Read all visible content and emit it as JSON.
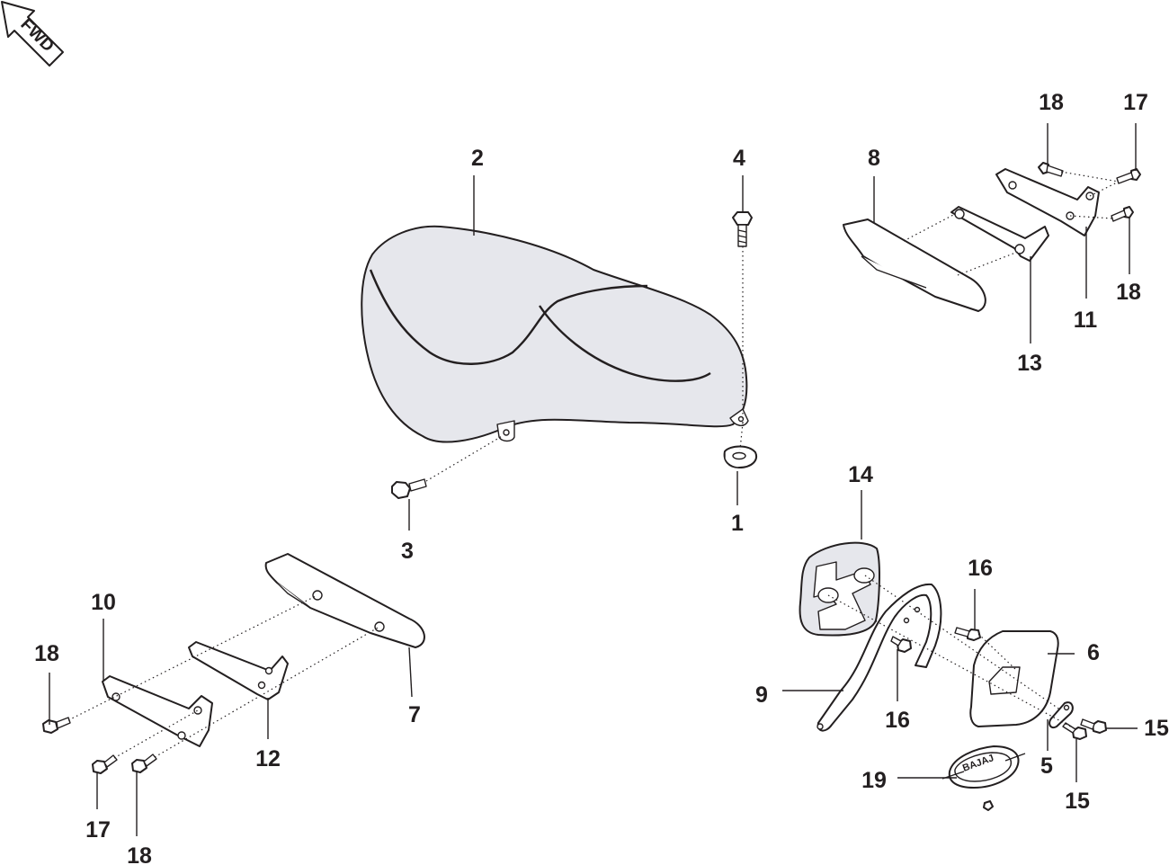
{
  "fwd_label": "FWD",
  "logo_text": "BAJAJ",
  "callouts": {
    "c1": "1",
    "c2": "2",
    "c3": "3",
    "c4": "4",
    "c5": "5",
    "c6": "6",
    "c7": "7",
    "c8": "8",
    "c9": "9",
    "c10": "10",
    "c11": "11",
    "c12": "12",
    "c13": "13",
    "c14": "14",
    "c15a": "15",
    "c15b": "15",
    "c16a": "16",
    "c16b": "16",
    "c17a": "17",
    "c17b": "17",
    "c18a": "18",
    "c18b": "18",
    "c18c": "18",
    "c18d": "18",
    "c19": "19"
  }
}
